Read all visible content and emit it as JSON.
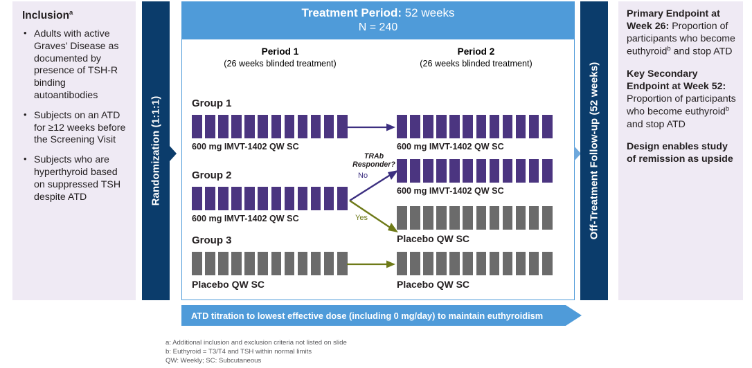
{
  "inclusion": {
    "title": "Inclusion",
    "title_sup": "a",
    "bullets": [
      "Adults with active Graves’ Disease as documented by presence of TSH-R binding autoantibodies",
      "Subjects on an ATD for ≥12 weeks before the Screening Visit",
      "Subjects who are hyperthyroid based on suppressed TSH despite ATD"
    ]
  },
  "randomization": {
    "label": "Randomization (1:1:1)"
  },
  "off_treatment": {
    "label": "Off-Treatment Follow-up (52 weeks)"
  },
  "treatment": {
    "header_bold": "Treatment Period:",
    "header_rest": " 52 weeks",
    "header_n": "N = 240",
    "periods": [
      {
        "title": "Period 1",
        "sub": "(26 weeks blinded treatment)"
      },
      {
        "title": "Period 2",
        "sub": "(26 weeks blinded treatment)"
      }
    ],
    "groups": [
      {
        "name": "Group 1",
        "p1_dose": "600 mg IMVT-1402 QW SC",
        "p2_dose": "600 mg IMVT-1402 QW SC",
        "p1_color": "purple",
        "p2_color": "purple",
        "bar_count": 12
      },
      {
        "name": "Group 2",
        "p1_dose": "600 mg IMVT-1402 QW SC",
        "p2_dose_no": "600 mg IMVT-1402 QW SC",
        "p2_dose_yes": "Placebo QW SC",
        "p1_color": "purple",
        "bar_count": 12
      },
      {
        "name": "Group 3",
        "p1_dose": "Placebo QW SC",
        "p2_dose": "Placebo QW SC",
        "p1_color": "gray",
        "p2_color": "gray",
        "bar_count": 12
      }
    ],
    "branch": {
      "question_line1": "TRAb",
      "question_line2": "Responder?",
      "no_label": "No",
      "yes_label": "Yes"
    }
  },
  "atd_banner": {
    "text": "ATD titration to lowest effective dose (including 0 mg/day) to maintain euthyroidism"
  },
  "endpoints": {
    "primary_bold": "Primary Endpoint at Week 26:",
    "primary_rest": " Proportion of participants who become euthyroid",
    "primary_sup": "b",
    "primary_tail": " and stop ATD",
    "secondary_bold": "Key Secondary Endpoint at Week 52:",
    "secondary_rest": " Proportion of participants who become euthyroid",
    "secondary_sup": "b",
    "secondary_tail": " and stop ATD",
    "design_note": "Design enables study of remission as upside"
  },
  "footnotes": [
    "a: Additional inclusion and exclusion criteria not listed on slide",
    "b: Euthyroid = T3/T4 and TSH within normal limits",
    "QW: Weekly; SC: Subcutaneous"
  ],
  "colors": {
    "purple": "#4B3580",
    "gray": "#6B6B6B",
    "navy": "#0B3C6B",
    "blue": "#4F9BD9",
    "lavender": "#EFEAF4",
    "olive": "#6E7A18"
  }
}
